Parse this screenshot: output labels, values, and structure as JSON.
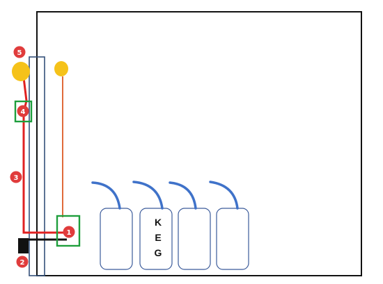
{
  "colors": {
    "wall": "#111111",
    "column": "#34507a",
    "hot_line": "#e02020",
    "thin_line": "#e06a3a",
    "ground_line": "#111111",
    "bulb": "#f5c21a",
    "highlight_box": "#1e9e3c",
    "marker": "#e03c3c",
    "keg_outline": "#3a5a9a",
    "hose": "#3f72c9"
  },
  "markers": [
    "1",
    "2",
    "3",
    "4",
    "5"
  ],
  "keg": {
    "letters": [
      "K",
      "E",
      "G"
    ]
  },
  "kegs_count_label": "4"
}
